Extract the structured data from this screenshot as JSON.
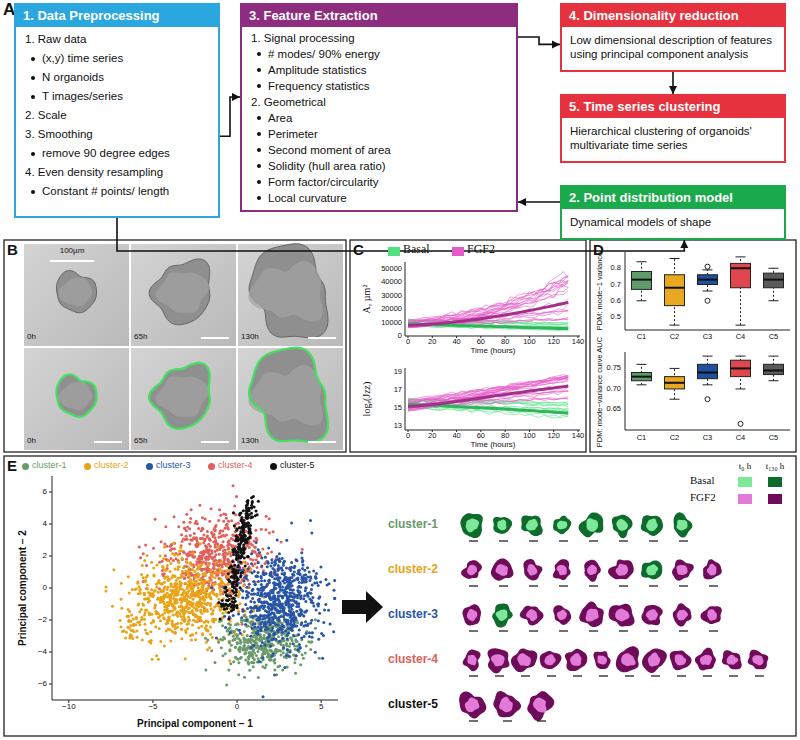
{
  "diagram": {
    "nodes": [
      {
        "text": [
          "1. Data Preprocessing",
          "1. Raw data",
          "(x,y) time series",
          "N organoids",
          "T images/series",
          "2. Scale",
          "3. Smoothing",
          "remove 90 degree edges",
          "4. Even density resampling",
          "Constant # points/ length"
        ]
      },
      {
        "text": [
          "3. Feature Extraction",
          "1. Signal processing",
          "# modes/ 90% energy",
          "Amplitude statistics",
          "Frequency statistics",
          "2. Geometrical",
          "Area",
          "Perimeter",
          "Second moment of area",
          "Solidity (hull area ratio)",
          "Form factor/circularity",
          "Local curvature"
        ]
      },
      {
        "text": [
          "4. Dimensionality reduction",
          "Low dimensional description of features using principal component analysis"
        ]
      },
      {
        "text": [
          "5. Time series clustering",
          "Hierarchical clustering of organoids' multivariate time series"
        ]
      },
      {
        "text": [
          "2. Point distribution model",
          "Dynamical models of shape"
        ]
      }
    ],
    "edges": [
      {
        "from": 0,
        "to": 1,
        "arrow": "to"
      },
      {
        "from": 0,
        "to": 4,
        "arrow": "to"
      },
      {
        "from": 4,
        "to": 1,
        "arrow": "to"
      },
      {
        "from": 1,
        "to": 2,
        "arrow": "to"
      },
      {
        "from": 2,
        "to": 3,
        "arrow": "to"
      }
    ],
    "labels": [
      "A",
      "B",
      "C",
      "D",
      "E",
      "0h",
      "65h",
      "130h",
      "100µm",
      "0h",
      "65h",
      "130h",
      "A, µm²",
      "50000",
      "40000",
      "30000",
      "20000",
      "10000",
      "0",
      "0",
      "20",
      "40",
      "60",
      "80",
      "100",
      "120",
      "140",
      "Time (hours)",
      "logₑ(Jzz)",
      "19",
      "17",
      "15",
      "13",
      "0",
      "20",
      "40",
      "60",
      "80",
      "100",
      "120",
      "140",
      "Time (hours)",
      "PDM: mode−1 variance",
      "0.8",
      "0.7",
      "0.6",
      "0.5",
      "C1",
      "C2",
      "C3",
      "C4",
      "C5",
      "PDM: mode−variance curve AUC",
      "0.75",
      "0.70",
      "0.65",
      "C1",
      "C2",
      "C3",
      "C4",
      "C5",
      "Principal component − 1",
      "Principal component − 2",
      "−10",
      "−5",
      "0",
      "5",
      "−6",
      "−4",
      "−2",
      "0",
      "2",
      "4",
      "6",
      "cluster-1",
      "cluster-2",
      "cluster-3",
      "cluster-4",
      "cluster-5",
      "t₀ h",
      "t₁₃₀ h"
    ],
    "legend": [
      {
        "text": "Basal",
        "color": "#4fe07f"
      },
      {
        "text": "FGF2",
        "color": "#e35bc9"
      },
      {
        "text": "cluster-1",
        "color": "#6b9a6b"
      },
      {
        "text": "cluster-2",
        "color": "#e8a317"
      },
      {
        "text": "cluster-3",
        "color": "#2855a6"
      },
      {
        "text": "cluster-4",
        "color": "#e0605a"
      },
      {
        "text": "cluster-5",
        "color": "#111111"
      },
      {
        "text": "Basal",
        "color": "#7de89a"
      },
      {
        "text": "FGF2",
        "color": "#e27ad8"
      }
    ]
  }
}
